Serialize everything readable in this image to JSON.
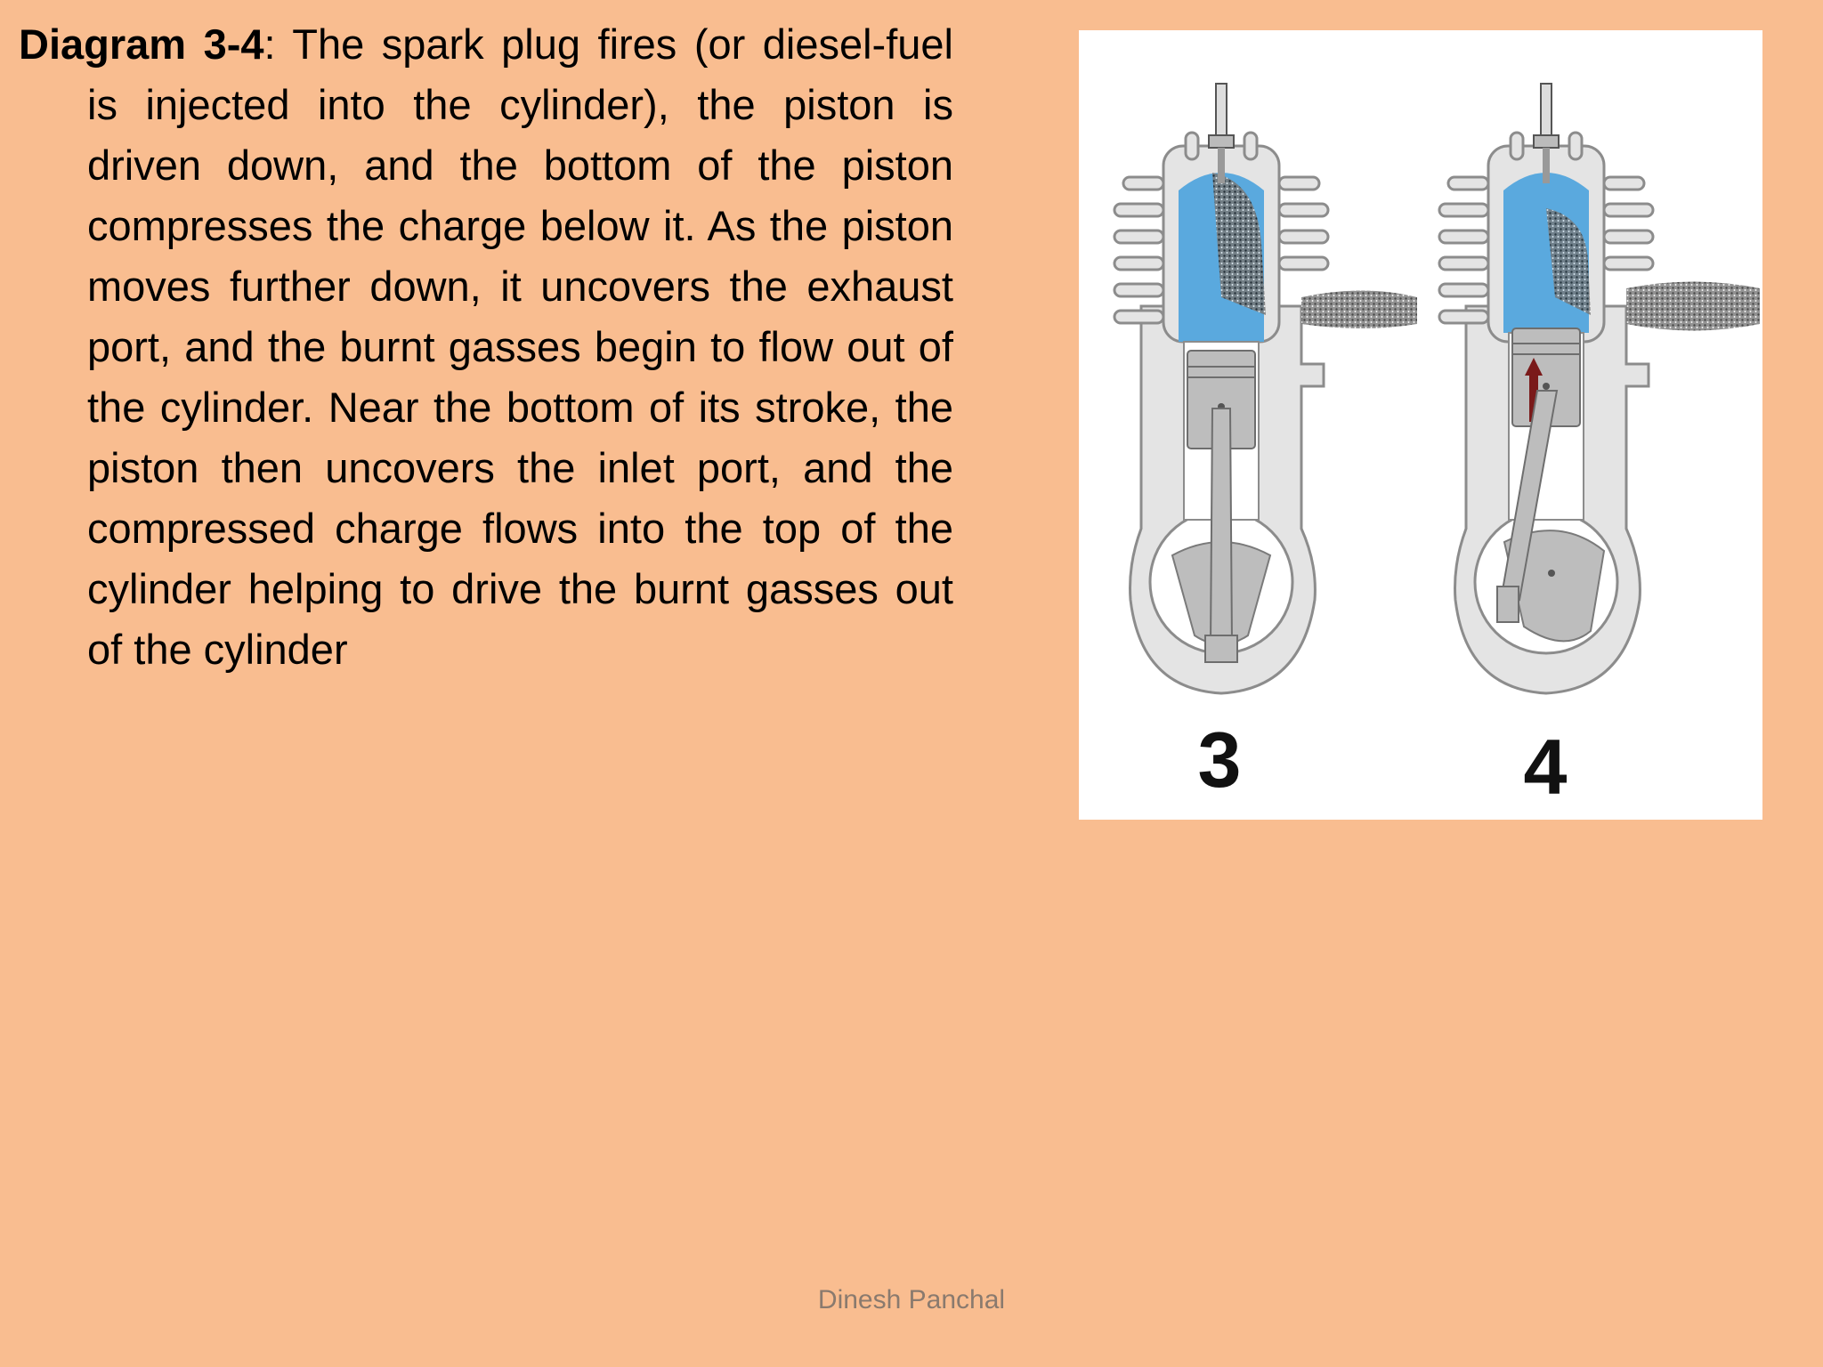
{
  "slide": {
    "caption_label": "Diagram 3-4",
    "caption_text": ": The spark plug fires (or diesel-fuel is injected into the cylinder), the piston is driven down, and the bottom of the piston compresses the charge below it. As the piston moves further down, it uncovers the exhaust port, and the burnt gasses begin to flow out of the cylinder. Near the bottom of its stroke, the piston then uncovers the inlet port, and the compressed charge flows into the top of the cylinder helping to drive the burnt gasses out of the cylinder"
  },
  "figure": {
    "panels": [
      {
        "number": "3"
      },
      {
        "number": "4"
      }
    ],
    "colors": {
      "engine_body": "#E4E4E4",
      "engine_outline": "#8C8C8C",
      "piston": "#BDBDBD",
      "fresh_charge": "#5AA9DE",
      "exhaust_smoke": "#2a2a2a",
      "arrow": "#7A1A1A"
    }
  },
  "footer": {
    "author": "Dinesh Panchal"
  }
}
